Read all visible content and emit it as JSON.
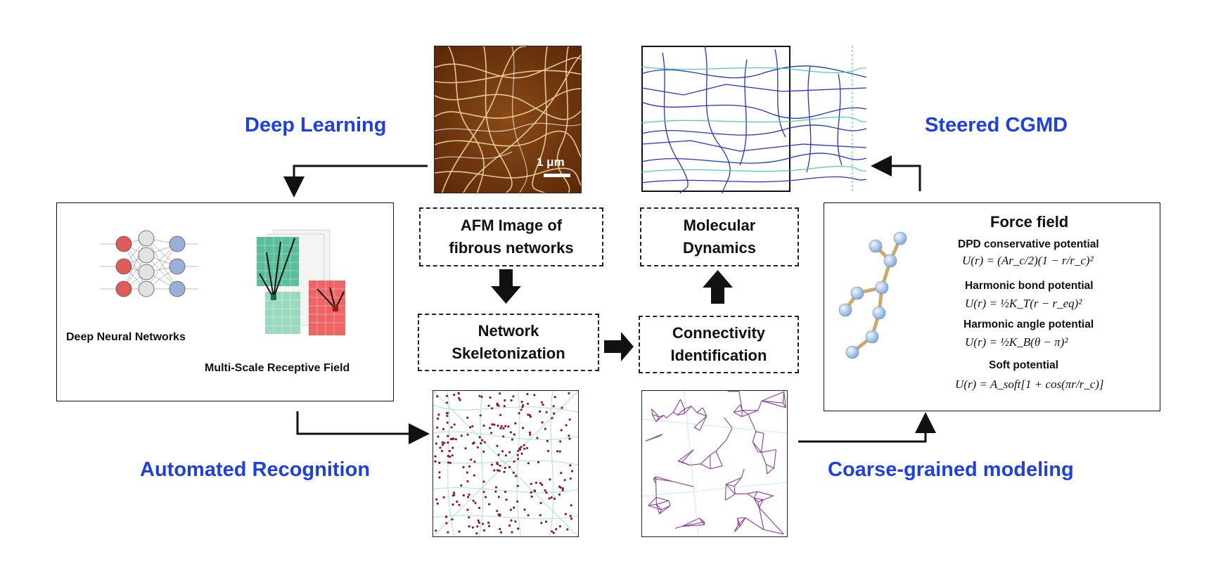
{
  "section_titles": {
    "deep_learning": "Deep Learning",
    "steered_cgmd": "Steered CGMD",
    "automated_recognition": "Automated Recognition",
    "coarse_grained": "Coarse-grained modeling"
  },
  "boxes": {
    "afm": [
      "AFM Image of",
      "fibrous networks"
    ],
    "network_skel": [
      "Network",
      "Skeletonization"
    ],
    "connectivity": [
      "Connectivity",
      "Identification"
    ],
    "molecular": [
      "Molecular",
      "Dynamics"
    ]
  },
  "afm_image": {
    "scale_bar": "1 μm"
  },
  "deep_learning_panel": {
    "dnn_label": "Deep Neural Networks",
    "receptive_label": "Multi-Scale Receptive Field"
  },
  "force_field": {
    "title": "Force field",
    "terms": [
      {
        "name": "DPD conservative potential",
        "eq": "U(r) = (Ar_c/2)(1 − r/r_c)²"
      },
      {
        "name": "Harmonic bond potential",
        "eq": "U(r) = ½K_T(r − r_eq)²"
      },
      {
        "name": "Harmonic angle potential",
        "eq": "U(r) = ½K_B(θ − π)²"
      },
      {
        "name": "Soft potential",
        "eq": "U(r) = A_soft[1 + cos(πr/r_c)]"
      }
    ]
  },
  "colors": {
    "title_blue": "#1f3fe6",
    "afm_brown": "#7a3a10",
    "md_blue": "#2233cc",
    "md_green": "#39c9a0",
    "skel_red": "#8b1a1a",
    "skel_cyan": "#a9dde6",
    "conn_purple": "#8a3a9a",
    "bead_blue": "#a8c8ea",
    "bond_tan": "#c8aa6a"
  }
}
